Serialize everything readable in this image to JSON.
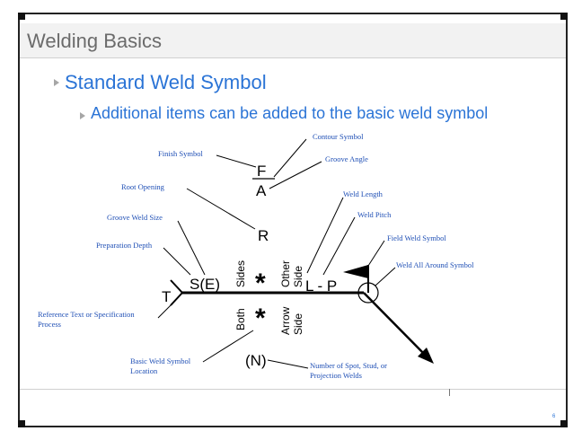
{
  "slide": {
    "title": "Welding Basics",
    "bullet_1": "Standard Weld Symbol",
    "bullet_2": "Additional items can be added to the basic weld symbol",
    "page_number": "6"
  },
  "symbol_text": {
    "F": "F",
    "A": "A",
    "R": "R",
    "S_E": "S(E)",
    "T": "T",
    "star": "*",
    "L_P": "L - P",
    "N": "(N)",
    "sides": "Sides",
    "both": "Both",
    "other": "Other",
    "side_top": "Side",
    "arrow": "Arrow",
    "side_bottom": "Side"
  },
  "callouts": {
    "contour_symbol": "Contour Symbol",
    "finish_symbol": "Finish Symbol",
    "groove_angle": "Groove Angle",
    "root_opening": "Root Opening",
    "weld_length": "Weld Length",
    "weld_pitch": "Weld Pitch",
    "groove_weld_size": "Groove Weld Size",
    "field_weld_symbol": "Field Weld Symbol",
    "preparation_depth": "Preparation Depth",
    "weld_all_around": "Weld All Around Symbol",
    "reference_text_1": "Reference Text or Specification",
    "reference_text_2": "Process",
    "basic_location_1": "Basic Weld Symbol",
    "basic_location_2": "Location",
    "number_spot_1": "Number of Spot, Stud, or",
    "number_spot_2": "Projection Welds"
  },
  "colors": {
    "title": "#6b6b6b",
    "bullet": "#2b74d6",
    "callout": "#1f4fb5"
  }
}
